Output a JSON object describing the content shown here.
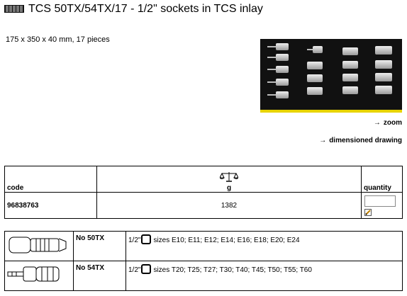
{
  "header": {
    "title": "TCS 50TX/54TX/17 - 1/2\" sockets in TCS inlay",
    "specs": "175 x 350 x 40 mm, 17 pieces"
  },
  "links": {
    "zoom": "zoom",
    "drawing": "dimensioned drawing",
    "arrow": "→"
  },
  "table": {
    "headers": {
      "code": "code",
      "weight": "g",
      "quantity": "quantity"
    },
    "row": {
      "code": "96838763",
      "weight": "1382",
      "quantity": ""
    }
  },
  "items": [
    {
      "name": "No 50TX",
      "drive": "1/2\"",
      "sizes": "sizes E10; E11; E12; E14; E16; E18; E20; E24"
    },
    {
      "name": "No 54TX",
      "drive": "1/2\"",
      "sizes": "sizes T20; T25; T27; T30; T40; T45; T50; T55; T60"
    }
  ],
  "icons": {
    "title": "toolbox-icon",
    "scale": "scale-icon",
    "edit": "edit-icon",
    "drive": "square-drive-icon"
  },
  "colors": {
    "inlay": "#111111",
    "inlay_edge": "#e8d400"
  }
}
